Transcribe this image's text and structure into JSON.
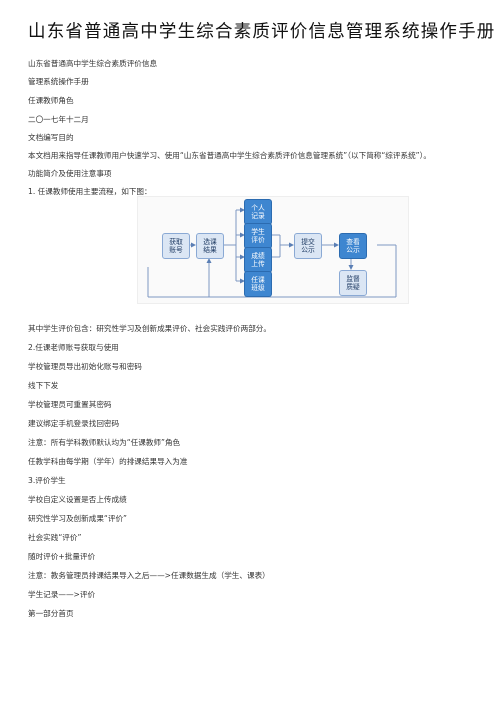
{
  "title": "山东省普通高中学生综合素质评价信息管理系统操作手册",
  "lines": [
    "山东省普通高中学生综合素质评价信息",
    "管理系统操作手册",
    "任课教师角色",
    "二〇一七年十二月",
    "文档编写目的",
    "本文档用来指导任课教师用户快速学习、使用“山东省普通高中学生综合素质评价信息管理系统”（以下简称“综评系统”）。",
    "功能简介及使用注意事项",
    "1. 任课教师使用主要流程，如下图："
  ],
  "diagram": {
    "boxes": {
      "get_account": "获取账号",
      "select_result": "选课结果",
      "personal_record": "个人记录",
      "student_eval": "学生评价",
      "grade_upload": "成绩上传",
      "class_duty": "任课班级",
      "submit_publish": "提交公示",
      "view_publish": "查看公示",
      "supervise": "监督质疑"
    }
  },
  "lines2": [
    "其中学生评价包含：研究性学习及创新成果评价、社会实践评价两部分。",
    "2.任课老师账号获取与使用",
    "学校管理员导出初始化账号和密码",
    "线下下发",
    "学校管理员可重置其密码",
    "建议绑定手机登录找回密码",
    "注意：所有学科教师默认均为“任课教师”角色",
    "任教学科由每学期（学年）的排课结果导入为准",
    "3.评价学生",
    "学校自定义设置是否上传成绩",
    "研究性学习及创新成果“评价”",
    "社会实践“评价”",
    "随时评价+批量评价",
    "注意：教务管理员排课结果导入之后——>任课数据生成（学生、课表）",
    "学生记录——>评价",
    "第一部分首页"
  ]
}
